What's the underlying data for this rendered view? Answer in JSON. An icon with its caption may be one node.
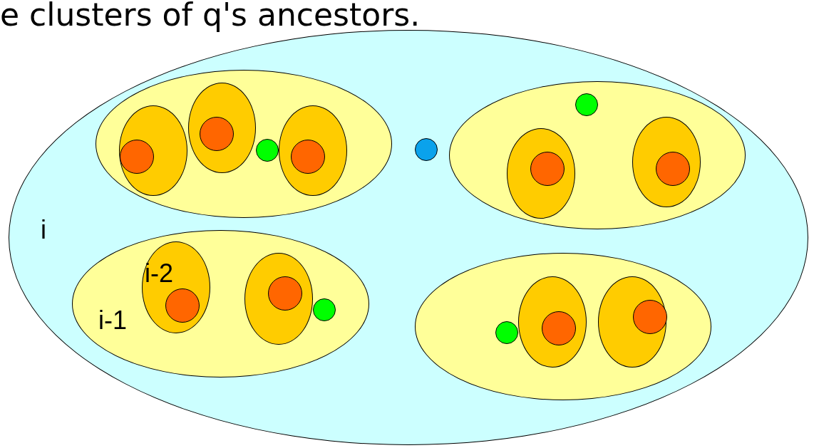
{
  "diagram": {
    "nodes": [
      {
        "text": [
          "i"
        ]
      },
      {
        "text": [],
        "shape": "ellipse",
        "in": 0
      },
      {
        "text": [],
        "shape": "ellipse",
        "in": 1
      },
      {
        "text": [],
        "shape": "circle",
        "in": 2
      },
      {
        "text": [],
        "shape": "ellipse",
        "in": 1
      },
      {
        "text": [],
        "shape": "circle",
        "in": 4
      },
      {
        "text": [],
        "shape": "circle",
        "in": 1
      },
      {
        "text": [],
        "shape": "ellipse",
        "in": 1
      },
      {
        "text": [],
        "shape": "circle",
        "in": 7
      },
      {
        "text": [],
        "shape": "circle",
        "in": 0
      },
      {
        "text": [],
        "shape": "ellipse",
        "in": 0
      },
      {
        "text": [],
        "shape": "circle",
        "in": 10
      },
      {
        "text": [],
        "shape": "ellipse",
        "in": 10
      },
      {
        "text": [],
        "shape": "circle",
        "in": 12
      },
      {
        "text": [],
        "shape": "ellipse",
        "in": 10
      },
      {
        "text": [],
        "shape": "circle",
        "in": 14
      },
      {
        "text": [
          "i-1"
        ],
        "in": 0
      },
      {
        "text": [
          "i-2"
        ],
        "in": 16
      },
      {
        "text": [],
        "shape": "circle",
        "in": 17
      },
      {
        "text": [],
        "shape": "ellipse",
        "in": 16
      },
      {
        "text": [],
        "shape": "circle",
        "in": 19
      },
      {
        "text": [],
        "shape": "circle",
        "in": 16
      },
      {
        "text": [],
        "shape": "ellipse",
        "in": 0
      },
      {
        "text": [],
        "shape": "circle",
        "in": 22
      },
      {
        "text": [],
        "shape": "ellipse",
        "in": 22
      },
      {
        "text": [],
        "shape": "circle",
        "in": 24
      },
      {
        "text": [],
        "shape": "ellipse",
        "in": 22
      },
      {
        "text": [],
        "shape": "circle",
        "in": 26
      }
    ],
    "labels": [
      "e clusters of q's ancestors."
    ]
  }
}
